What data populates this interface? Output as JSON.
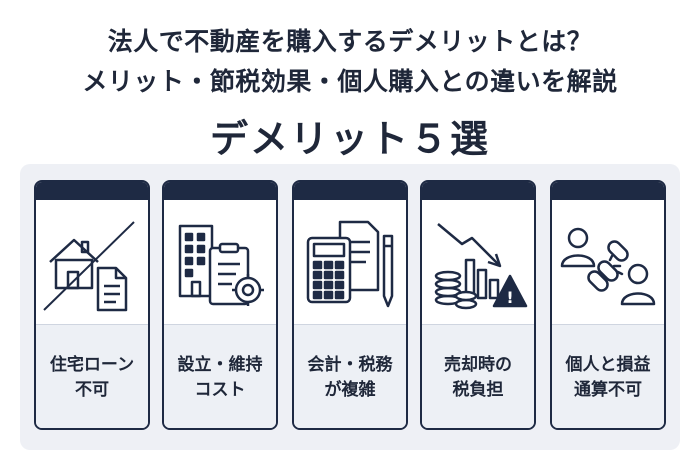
{
  "title": {
    "line1": "法人で不動産を購入するデメリットとは？",
    "line2": "メリット・節税効果・個人購入との違いを解説",
    "line3": "デメリット５選"
  },
  "cards": [
    {
      "icon": "house-document-crossed-icon",
      "label": [
        "住宅ローン",
        "不可"
      ]
    },
    {
      "icon": "building-clipboard-gear-icon",
      "label": [
        "設立・維持",
        "コスト"
      ]
    },
    {
      "icon": "calculator-document-pen-icon",
      "label": [
        "会計・税務",
        "が複雑"
      ]
    },
    {
      "icon": "coins-falling-chart-warning-icon",
      "label": [
        "売却時の",
        "税負担"
      ]
    },
    {
      "icon": "people-broken-chain-icon",
      "label": [
        "個人と損益",
        "通算不可"
      ]
    }
  ],
  "colors": {
    "navy": "#1e2a44",
    "panel_bg": "#eef0f5",
    "label_bg": "#edf0f5"
  }
}
